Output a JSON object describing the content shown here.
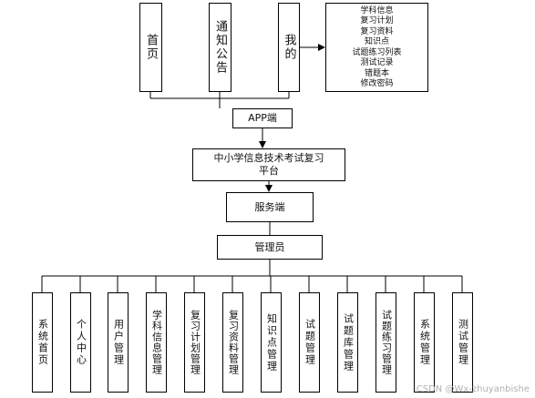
{
  "top_tabs": [
    {
      "label": "首页"
    },
    {
      "label": "通知公告"
    },
    {
      "label": "我的"
    }
  ],
  "my_menu": {
    "items": [
      "学科信息",
      "复习计划",
      "复习资料",
      "知识点",
      "试题练习列表",
      "测试记录",
      "错题本",
      "修改密码"
    ]
  },
  "nodes": {
    "app": "APP端",
    "platform_line1": "中小学信息技术考试复习",
    "platform_line2": "平台",
    "server": "服务端",
    "admin": "管理员"
  },
  "admin_modules": [
    {
      "label": "系统首页"
    },
    {
      "label": "个人中心"
    },
    {
      "label": "用户管理"
    },
    {
      "label": "学科信息管理"
    },
    {
      "label": "复习计划管理"
    },
    {
      "label": "复习资料管理"
    },
    {
      "label": "知识点管理"
    },
    {
      "label": "试题管理"
    },
    {
      "label": "试题库管理"
    },
    {
      "label": "试题练习管理"
    },
    {
      "label": "系统管理"
    },
    {
      "label": "测试管理"
    }
  ],
  "watermark": "CSDN @Wx-zhuyanbishe"
}
